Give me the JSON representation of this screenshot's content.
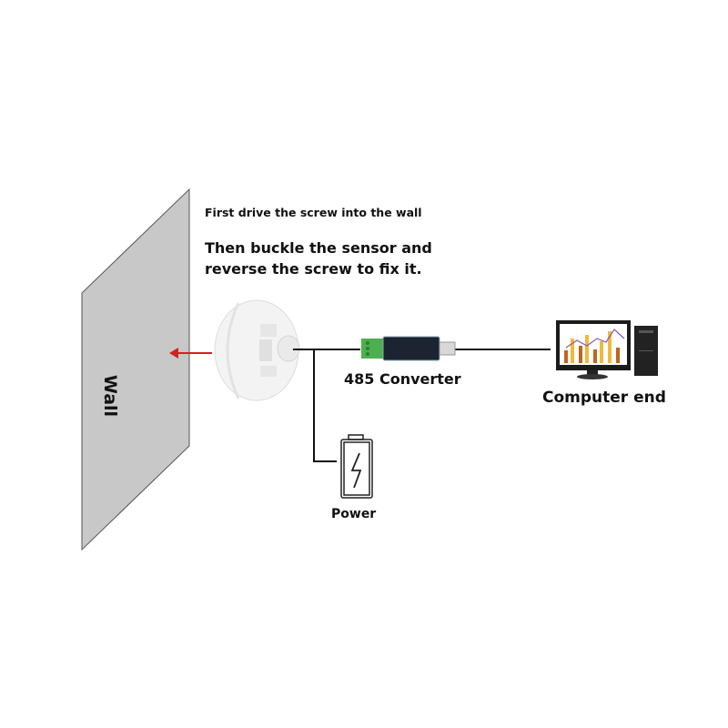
{
  "wall": {
    "label": "Wall"
  },
  "instructions": {
    "step1": "First drive the screw into the wall",
    "step2_line1": "Then buckle the sensor and",
    "step2_line2": "reverse the screw to fix it."
  },
  "converter": {
    "label": "485 Converter"
  },
  "computer": {
    "label": "Computer end"
  },
  "power": {
    "label": "Power"
  },
  "colors": {
    "arrow": "#d42020",
    "wall": "#c8c8c8",
    "line": "#111111",
    "terminal": "#4caf50"
  }
}
